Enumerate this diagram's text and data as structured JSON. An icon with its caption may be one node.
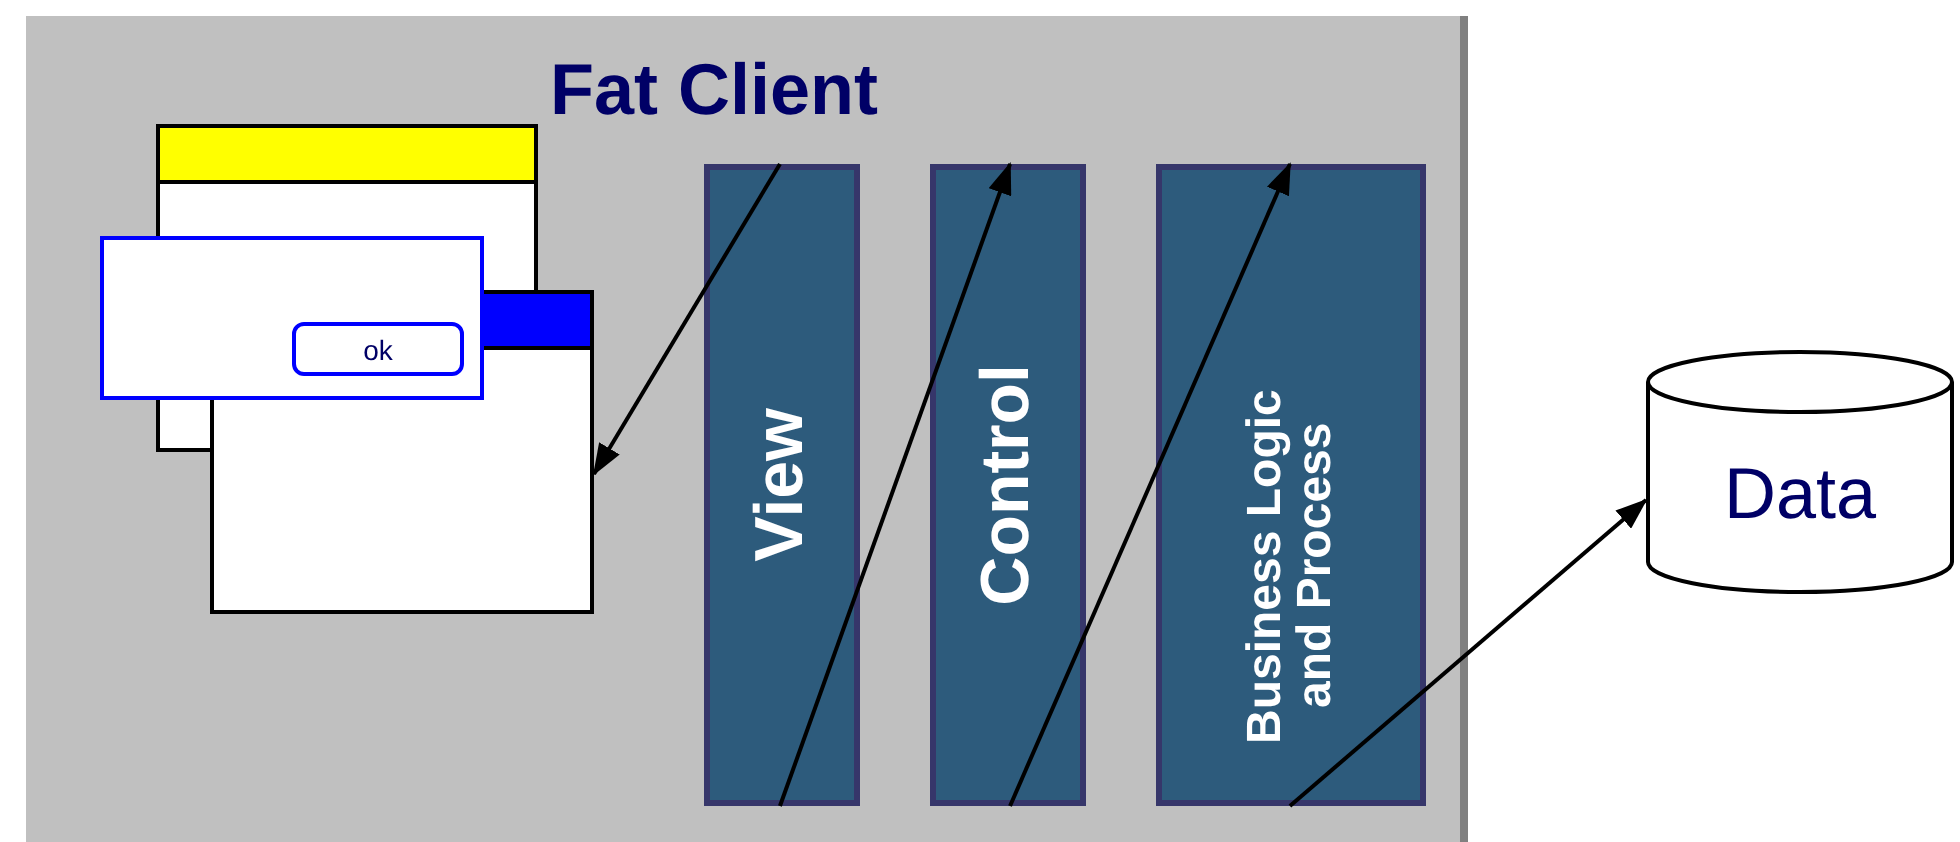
{
  "diagram": {
    "nodes": [
      {
        "text": [
          "Fat Client"
        ]
      },
      {
        "text": [],
        "shape": "box",
        "in": 0
      },
      {
        "text": [],
        "shape": "box",
        "in": 0
      },
      {
        "text": [],
        "shape": "box",
        "in": 0
      },
      {
        "text": [
          "ok"
        ]
      },
      {
        "text": [
          "View"
        ],
        "in": 0
      },
      {
        "text": [
          "Control"
        ],
        "in": 0
      },
      {
        "text": [
          "Business Logic and Process"
        ],
        "in": 0
      },
      {
        "text": [
          "Data"
        ]
      }
    ],
    "edges": [
      {
        "from": 5,
        "to": 2,
        "arrow": "to"
      },
      {
        "from": 5,
        "to": 6,
        "arrow": "to"
      },
      {
        "from": 6,
        "to": 7,
        "arrow": "to"
      },
      {
        "from": 7,
        "to": 8,
        "arrow": "to"
      }
    ]
  }
}
